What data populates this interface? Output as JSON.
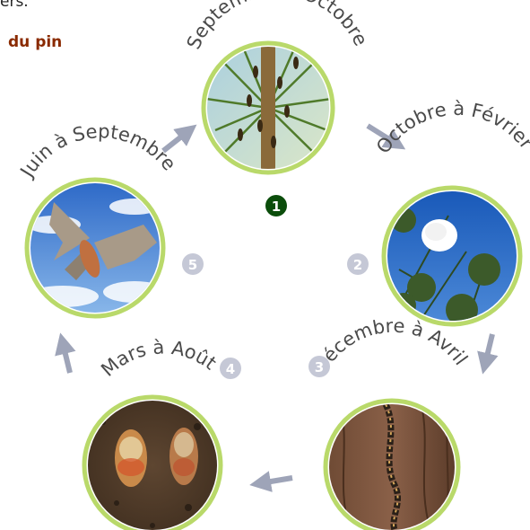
{
  "header": {
    "top_fragment": "ers.",
    "title_fragment": "du pin"
  },
  "colors": {
    "title": "#8a2a00",
    "ring": "#b9d96a",
    "arrow": "#9ea4b8",
    "badge_active": "#0b4d0b",
    "badge_inactive": "#c5c8d6"
  },
  "stages": [
    {
      "number": "1",
      "label": "Septembre à Octobre",
      "photo": "caterpillars-on-pine-needles"
    },
    {
      "number": "2",
      "label": "Octobre à Février",
      "photo": "silk-nest-in-pine-tree"
    },
    {
      "number": "3",
      "label": "Décembre à Avril",
      "photo": "caterpillar-procession-on-bark"
    },
    {
      "number": "4",
      "label": "Mars à Août",
      "photo": "chrysalises-in-soil"
    },
    {
      "number": "5",
      "label": "Juin à Septembre",
      "photo": "moth-against-sky"
    }
  ]
}
